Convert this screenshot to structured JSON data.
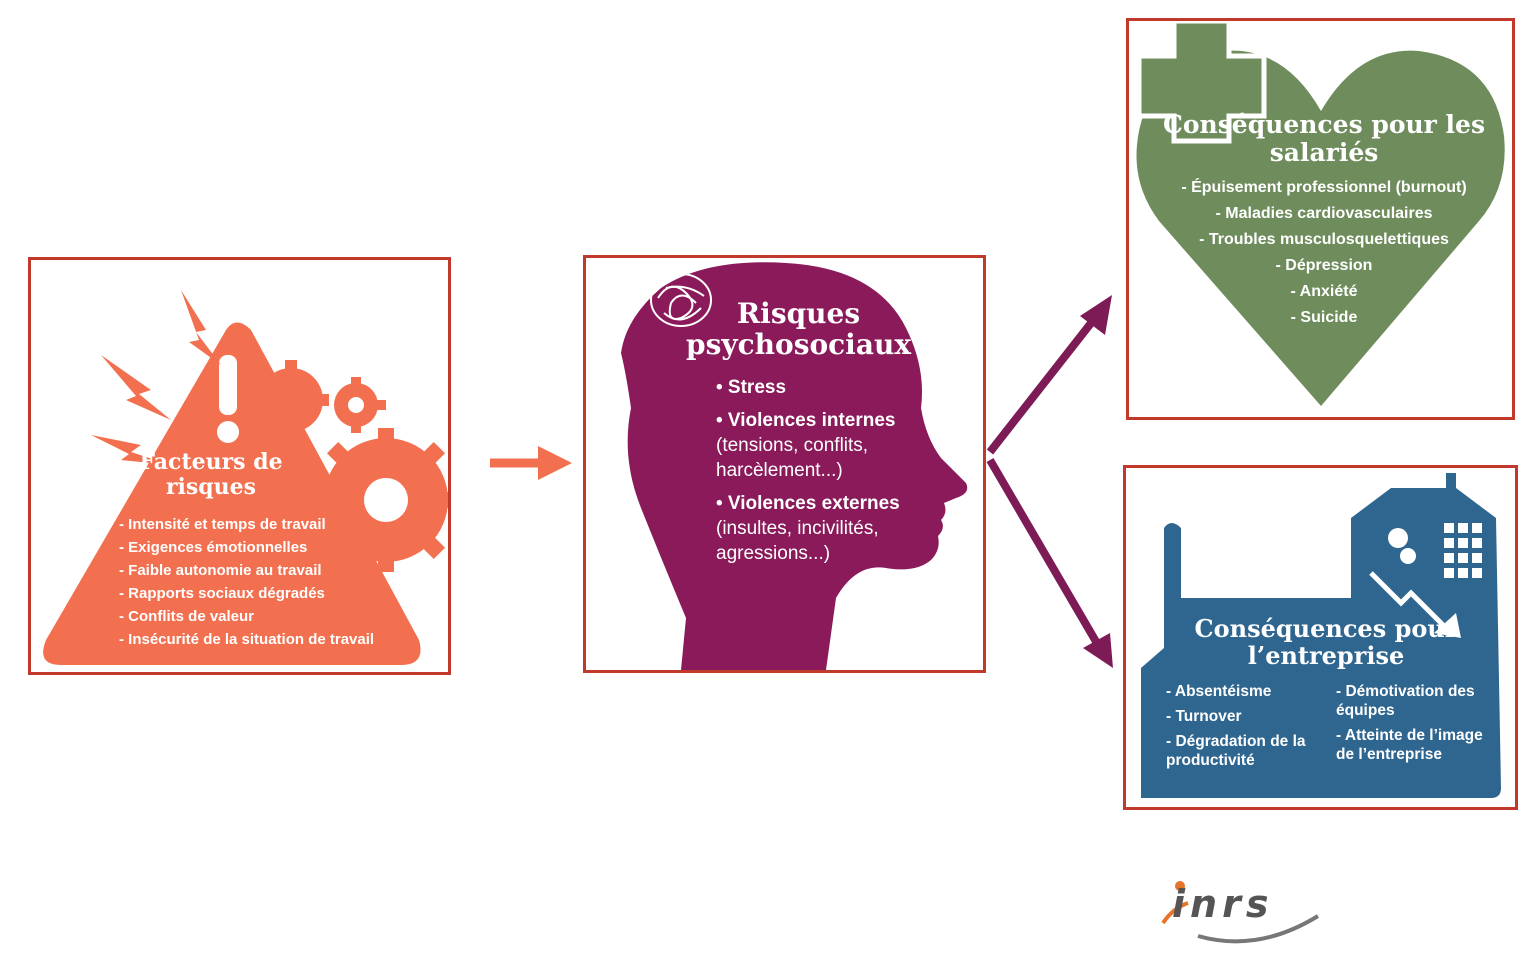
{
  "risk_factors": {
    "title": "Facteurs de risques",
    "items": [
      "- Intensité et temps de travail",
      "- Exigences émotionnelles",
      "- Faible autonomie au travail",
      "- Rapports sociaux dégradés",
      "- Conflits de valeur",
      "- Insécurité de la situation de travail"
    ],
    "color": "#f2704f"
  },
  "psychosocial": {
    "title": "Risques psychosociaux",
    "items": [
      {
        "label": "• Stress",
        "detail": ""
      },
      {
        "label": "• Violences internes",
        "detail": "(tensions, conflits, harcèlement...)"
      },
      {
        "label": "• Violences externes",
        "detail": "(insultes, incivilités, agressions...)"
      }
    ],
    "color": "#8a1a5a"
  },
  "employees": {
    "title": "Conséquences pour les salariés",
    "items": [
      "- Épuisement professionnel (burnout)",
      "- Maladies cardiovasculaires",
      "- Troubles musculosquelettiques",
      "- Dépression",
      "- Anxiété",
      "- Suicide"
    ],
    "color": "#6f8d5c"
  },
  "company": {
    "title": "Conséquences pour l’entreprise",
    "items_left": [
      "- Absentéisme",
      "- Turnover",
      "- Dégradation de la productivité"
    ],
    "items_right": [
      "- Démotivation des équipes",
      "- Atteinte de l’image de l’entreprise"
    ],
    "color": "#2f6690"
  },
  "logo": {
    "text": "inrs"
  },
  "colors": {
    "border": "#c0392b",
    "arrow_orange": "#f2704f",
    "arrow_purple": "#7d1b57"
  }
}
